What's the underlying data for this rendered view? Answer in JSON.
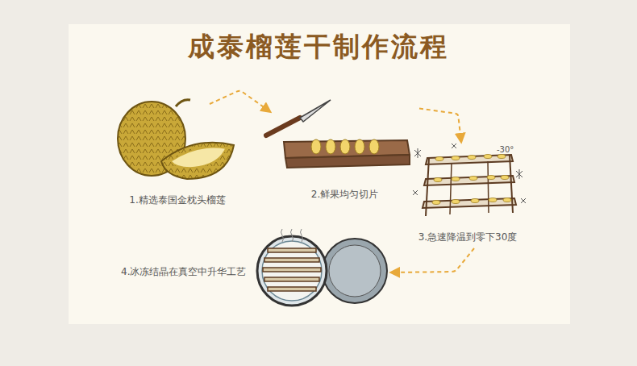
{
  "diagram": {
    "title": "成泰榴莲干制作流程",
    "nodes": [
      {
        "text": [
          "1.精选泰国金枕头榴莲"
        ]
      },
      {
        "text": [
          "2.鲜果均匀切片"
        ]
      },
      {
        "text": [
          "3.急速降温到零下30度"
        ]
      },
      {
        "text": [
          "4.冰冻结晶在真空中升华工艺"
        ]
      }
    ],
    "edges": [
      {
        "from": 0,
        "to": 1,
        "arrow": "to"
      },
      {
        "from": 1,
        "to": 2,
        "arrow": "to"
      },
      {
        "from": 2,
        "to": 3,
        "arrow": "to"
      }
    ],
    "labels": [
      "-30°"
    ]
  }
}
